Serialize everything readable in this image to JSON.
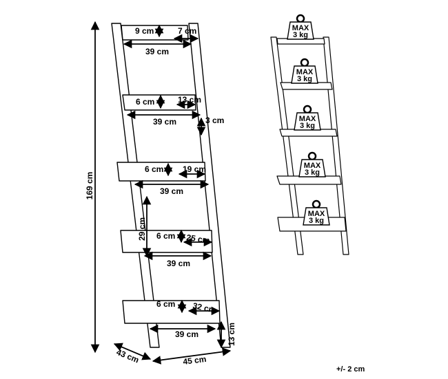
{
  "labels": {
    "height_total": "169 cm",
    "depth_base": "43 cm",
    "width_base": "45 cm",
    "bottom_leg": "13 cm",
    "shelf_gap": "29 cm",
    "side_thick": "3 cm",
    "tolerance": "+/- 2 cm",
    "shelves": [
      {
        "height": "9 cm",
        "depth": "7 cm",
        "width": "39 cm"
      },
      {
        "height": "6 cm",
        "depth": "13 cm",
        "width": "39 cm"
      },
      {
        "height": "6 cm",
        "depth": "19 cm",
        "width": "39 cm"
      },
      {
        "height": "6 cm",
        "depth": "25 cm",
        "width": "39 cm"
      },
      {
        "height": "6 cm",
        "depth": "32 cm",
        "width": "39 cm"
      }
    ]
  },
  "weights": [
    {
      "line1": "MAX",
      "line2": "3 kg"
    },
    {
      "line1": "MAX",
      "line2": "3 kg"
    },
    {
      "line1": "MAX",
      "line2": "3 kg"
    },
    {
      "line1": "MAX",
      "line2": "3 kg"
    },
    {
      "line1": "MAX",
      "line2": "3 kg"
    }
  ]
}
